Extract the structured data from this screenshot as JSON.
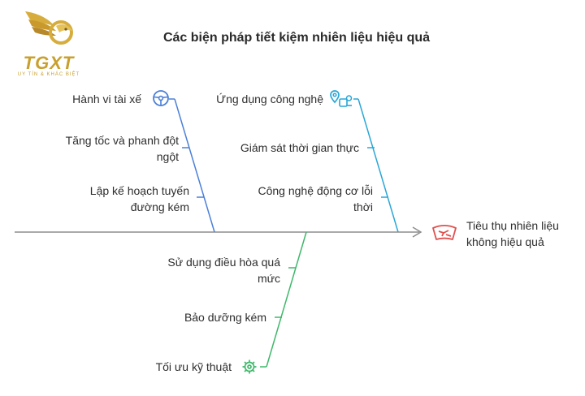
{
  "logo": {
    "name": "TGXT",
    "tagline": "UY TÍN & KHÁC BIỆT"
  },
  "title": "Các biện pháp tiết kiệm nhiên liệu hiệu quả",
  "effect": {
    "label_line1": "Tiêu thụ nhiên liệu",
    "label_line2": "không hiệu quả",
    "icon": "broken-windshield-icon",
    "color": "#e0504f"
  },
  "branches": {
    "driver": {
      "title": "Hành vi tài xế",
      "icon": "steering-wheel-icon",
      "color": "#4b7fd8",
      "causes": [
        {
          "line1": "Tăng tốc và phanh đột",
          "line2": "ngột"
        },
        {
          "line1": "Lập kế hoạch tuyến",
          "line2": "đường kém"
        }
      ]
    },
    "tech": {
      "title": "Ứng dụng công nghệ",
      "icon": "location-devices-icon",
      "color": "#2aa6d6",
      "causes": [
        {
          "line1": "Giám sát thời gian thực",
          "line2": ""
        },
        {
          "line1": "Công nghệ động cơ lỗi",
          "line2": "thời"
        }
      ]
    },
    "optimize": {
      "title": "Tối ưu kỹ thuật",
      "icon": "gear-icon",
      "color": "#3fb86a",
      "causes": [
        {
          "line1": "Sử dụng điều hòa quá",
          "line2": "mức"
        },
        {
          "line1": "Bảo dưỡng kém",
          "line2": ""
        }
      ]
    }
  },
  "spine_color": "#8d8d8d"
}
